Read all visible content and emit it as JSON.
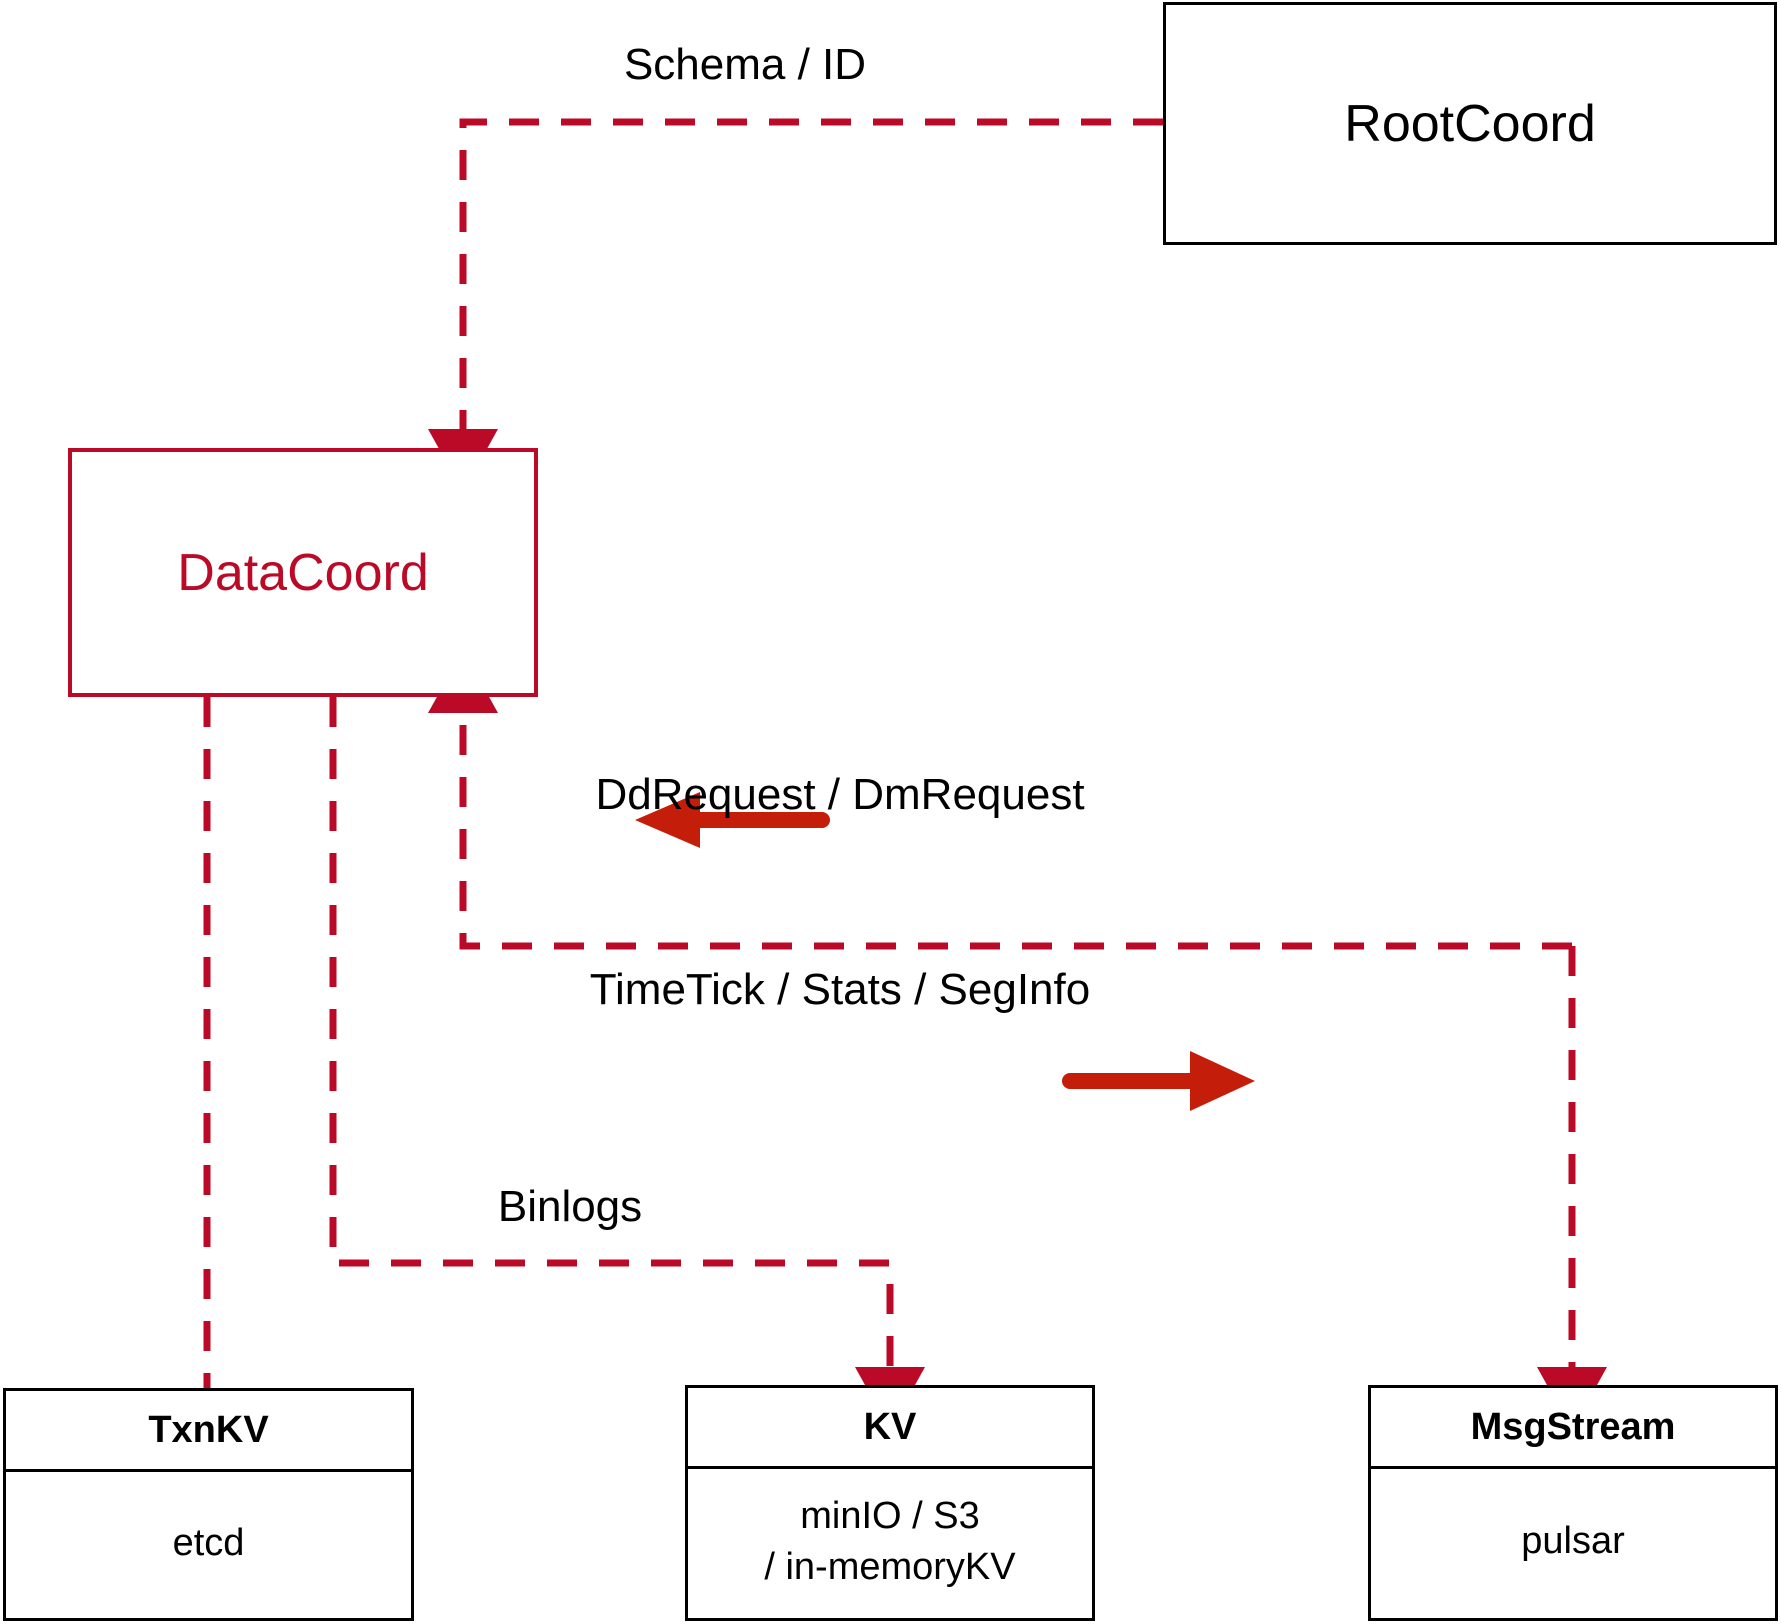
{
  "diagram": {
    "title": "DataCoord architecture",
    "colors": {
      "accent_red": "#BB0A27",
      "arrow_red": "#C41E0A",
      "node_border": "#000000",
      "background": "#ffffff"
    },
    "nodes": {
      "rootcoord": {
        "label": "RootCoord"
      },
      "datacoord": {
        "label": "DataCoord"
      },
      "txnkv": {
        "title": "TxnKV",
        "body_lines": [
          "etcd"
        ]
      },
      "kv": {
        "title": "KV",
        "body_lines": [
          "minIO / S3",
          "/ in-memoryKV"
        ]
      },
      "msgstream": {
        "title": "MsgStream",
        "body_lines": [
          "pulsar"
        ]
      }
    },
    "edge_labels": {
      "schema_id": "Schema / ID",
      "dd_dm_request": "DdRequest / DmRequest",
      "timetick_stats_seginfo": "TimeTick / Stats / SegInfo",
      "binlogs": "Binlogs"
    },
    "arrows": {
      "incoming_request": "left-arrow",
      "outgoing_stats": "right-arrow",
      "rootcoord_to_datacoord": "down-arrow",
      "msgstream_to_datacoord": "up-arrow",
      "datacoord_to_kv": "down-arrow",
      "datacoord_to_msgstream": "down-arrow"
    }
  }
}
